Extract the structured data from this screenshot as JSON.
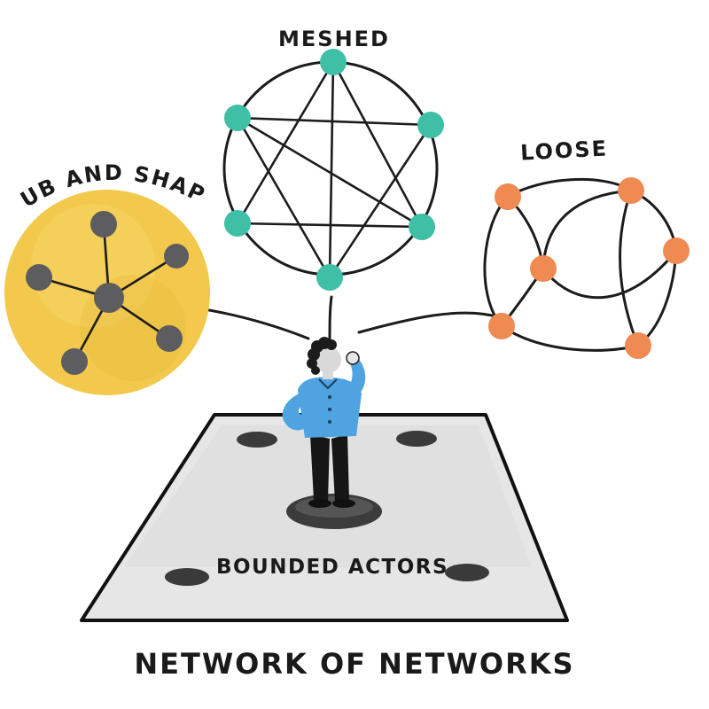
{
  "title": "NETWORK OF NETWORKS",
  "floor_label": "BOUNDED ACTORS",
  "networks": [
    {
      "label": "HUB AND SHAPE",
      "node_color": "#5d5d5f",
      "background": "#f2c94c",
      "icon": "hub-and-spoke-network"
    },
    {
      "label": "MESHED",
      "node_color": "#3fbfa5",
      "icon": "meshed-network"
    },
    {
      "label": "LOOSE",
      "node_color": "#ee8a52",
      "icon": "loose-network"
    }
  ],
  "figure": {
    "icon": "thinking-person",
    "shirt_color": "#4ea3e0"
  },
  "floor_color": "#e3e3e3"
}
